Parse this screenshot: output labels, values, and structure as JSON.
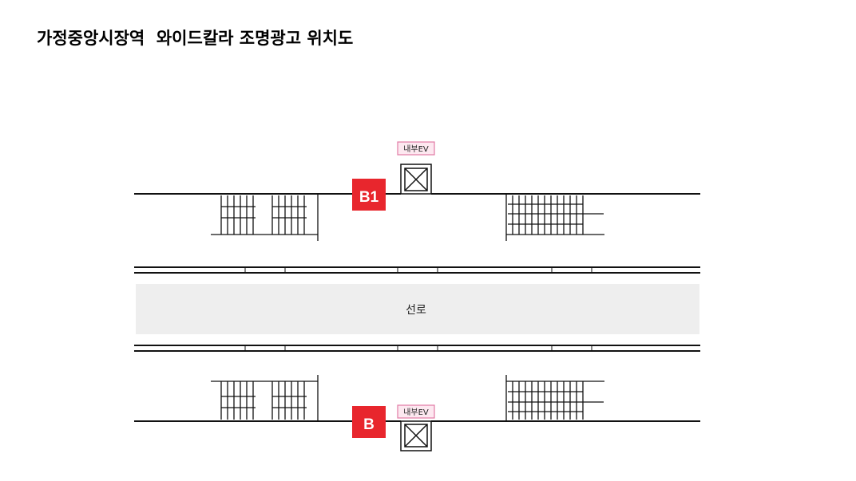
{
  "page": {
    "title": "가정중앙시장역  와이드칼라 조명광고 위치도"
  },
  "track": {
    "label": "선로"
  },
  "upper_platform": {
    "marker_label": "B1",
    "elevator_tag": "내부EV"
  },
  "lower_platform": {
    "marker_label": "B",
    "elevator_tag": "내부EV"
  },
  "colors": {
    "marker": "#e8262d",
    "elevator_tag_border": "#e27ba5",
    "elevator_tag_fill": "#fde8f0",
    "track_fill": "#eeeeee",
    "line": "#111111"
  }
}
